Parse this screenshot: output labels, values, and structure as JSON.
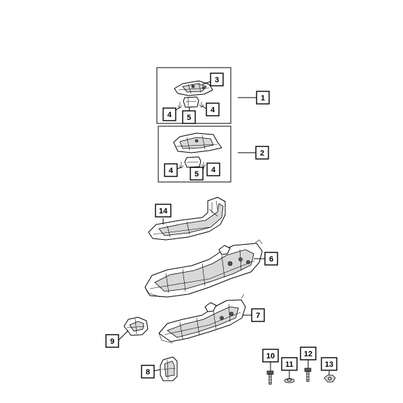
{
  "callouts": {
    "c1": "1",
    "c2": "2",
    "c3": "3",
    "c4a": "4",
    "c4b": "4",
    "c5a": "5",
    "c4c": "4",
    "c4d": "4",
    "c5b": "5",
    "c6": "6",
    "c7": "7",
    "c8": "8",
    "c9": "9",
    "c10": "10",
    "c11": "11",
    "c12": "12",
    "c13": "13",
    "c14": "14"
  }
}
